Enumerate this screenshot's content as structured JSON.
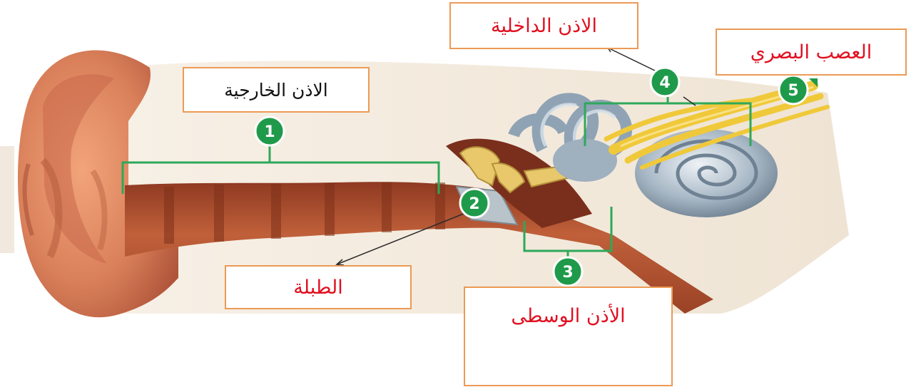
{
  "labels": {
    "outer_ear": "الاذن الخارجية",
    "inner_ear": "الاذن الداخلية",
    "nerve": "العصب البصري",
    "eardrum": "الطبلة",
    "middle_ear": "الأذن الوسطى"
  },
  "badges": [
    "1",
    "2",
    "3",
    "4",
    "5"
  ],
  "colors": {
    "label_red": "#e01020",
    "box_border": "#ec9a55",
    "bracket_green": "#2ea85a",
    "badge_green": "#1f9a4a",
    "skin": "#d9805a",
    "canal": "#b7502f",
    "cochlea": "#a8b8c6",
    "ossicles": "#e8c86a",
    "nerve_yellow": "#f0c93a"
  }
}
